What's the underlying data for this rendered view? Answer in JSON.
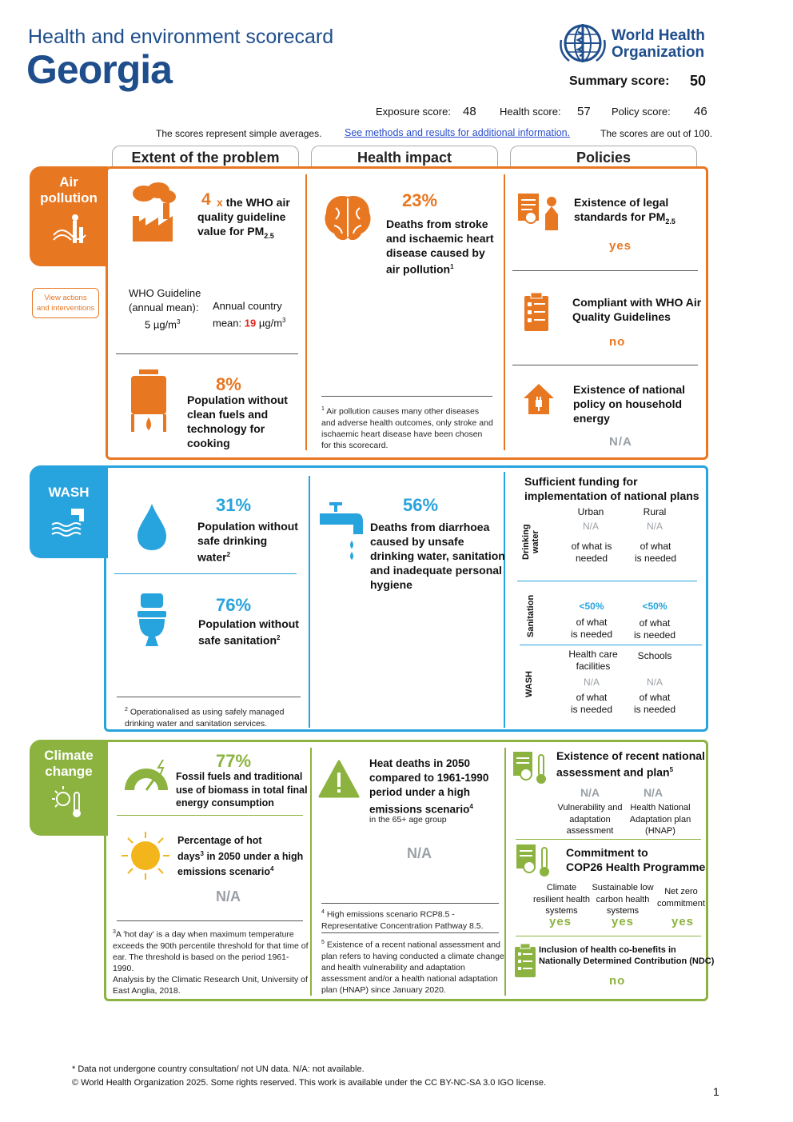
{
  "header": {
    "subtitle": "Health and environment scorecard",
    "country": "Georgia",
    "org_line1": "World Health",
    "org_line2": "Organization",
    "summary_label": "Summary score:",
    "summary_value": "50",
    "exposure_label": "Exposure score:",
    "exposure_value": "48",
    "health_label": "Health score:",
    "health_value": "57",
    "policy_label": "Policy score:",
    "policy_value": "46",
    "note_left": "The scores represent simple averages.",
    "methods_link": "See methods and results for additional information.",
    "note_right": "The scores are out of 100."
  },
  "tabs": {
    "extent": "Extent of the problem",
    "impact": "Health impact",
    "policies": "Policies"
  },
  "air": {
    "side_label_1": "Air",
    "side_label_2": "pollution",
    "view_actions_1": "View actions",
    "view_actions_2": "and interventions",
    "times_value": "4",
    "times_text_1": "x",
    "times_text_2": "the WHO air",
    "times_text_3": "quality guideline",
    "times_text_4": "value for PM",
    "pm_sub": "2.5",
    "guideline_1": "WHO Guideline",
    "guideline_2": "(annual mean):",
    "guideline_3": "5 µg/m",
    "annual_1": "Annual country",
    "annual_2": "mean:",
    "annual_value": "19",
    "annual_unit": "µg/m",
    "sup3": "3",
    "cooking_pct": "8%",
    "cooking_1": "Population without",
    "cooking_2": "clean fuels and",
    "cooking_3": "technology for",
    "cooking_4": "cooking",
    "deaths_pct": "23%",
    "deaths_1": "Deaths from stroke",
    "deaths_2": "and ischaemic heart",
    "deaths_3": "disease caused by",
    "deaths_4": "air pollution",
    "deaths_sup": "1",
    "footnote_sup": "1",
    "footnote_1": "Air pollution causes many other diseases",
    "footnote_2": "and adverse health outcomes, only stroke and",
    "footnote_3": "ischaemic heart disease have been chosen",
    "footnote_4": "for this scorecard.",
    "pol1_1": "Existence of legal",
    "pol1_2": "standards for PM",
    "pol1_val": "yes",
    "pol2_1": "Compliant with WHO Air",
    "pol2_2": "Quality Guidelines",
    "pol2_val": "no",
    "pol3_1": "Existence of national",
    "pol3_2": "policy on household",
    "pol3_3": "energy",
    "pol3_val": "N/A"
  },
  "wash": {
    "side_label": "WASH",
    "water_pct": "31%",
    "water_1": "Population without",
    "water_2": "safe drinking",
    "water_3": "water",
    "water_sup": "2",
    "sanit_pct": "76%",
    "sanit_1": "Population without",
    "sanit_2": "safe sanitation",
    "sanit_sup": "2",
    "diarr_pct": "56%",
    "diarr_1": "Deaths from diarrhoea",
    "diarr_2": "caused by unsafe",
    "diarr_3": "drinking water, sanitation",
    "diarr_4": "and inadequate personal",
    "diarr_5": "hygiene",
    "footnote_sup": "2",
    "footnote_1": "Operationalised as using safely managed",
    "footnote_2": "drinking water and sanitation services.",
    "fund_1": "Sufficient funding for",
    "fund_2": "implementation of national plans",
    "urban": "Urban",
    "rural": "Rural",
    "dw_label_1": "Drinking",
    "dw_label_2": "water",
    "dw_urban": "N/A",
    "dw_rural": "N/A",
    "of_what_is": "of what is",
    "of_what": "of what",
    "needed": "needed",
    "is_needed": "is needed",
    "san_label": "Sanitation",
    "san_urban": "<50%",
    "san_rural": "<50%",
    "hcf_1": "Health care",
    "hcf_2": "facilities",
    "schools": "Schools",
    "wash_label": "WASH",
    "hcf_val": "N/A",
    "sch_val": "N/A"
  },
  "climate": {
    "side_label_1": "Climate",
    "side_label_2": "change",
    "fossil_pct": "77%",
    "fossil_1": "Fossil fuels and traditional",
    "fossil_2": "use of biomass in total final",
    "fossil_3": "energy consumption",
    "hot_1": "Percentage of hot",
    "hot_2": "days",
    "hot_sup": "3",
    "hot_3": "in 2050 under a high",
    "hot_4": "emissions scenario",
    "hot_sup2": "4",
    "hot_val": "N/A",
    "fn3_sup": "3",
    "fn3_1": "A 'hot day' is a day when maximum temperature",
    "fn3_2": "exceeds the 90th percentile threshold for that time of",
    "fn3_3": "ear. The threshold is based on the period 1961-",
    "fn3_4": "1990.",
    "fn3_5": "Analysis by the Climatic Research Unit, University of",
    "fn3_6": "East Anglia, 2018.",
    "heat_1": "Heat deaths in 2050",
    "heat_2": "compared to 1961-1990",
    "heat_3": "period under a high",
    "heat_4": "emissions scenario",
    "heat_sup": "4",
    "heat_5": "in the 65+ age group",
    "heat_val": "N/A",
    "fn4_sup": "4",
    "fn4_1": "High emissions scenario RCP8.5 -",
    "fn4_2": "Representative Concentration Pathway 8.5.",
    "fn5_sup": "5",
    "fn5_1": "Existence of a recent national assessment and",
    "fn5_2": "plan refers to having conducted a climate change",
    "fn5_3": "and health vulnerability and adaptation",
    "fn5_4": "assessment and/or a health national adaptation",
    "fn5_5": "plan (HNAP) since January 2020.",
    "assess_1": "Existence of recent national",
    "assess_2": "assessment and plan",
    "assess_sup": "5",
    "vuln_val": "N/A",
    "hnap_val": "N/A",
    "vuln_1": "Vulnerability and",
    "vuln_2": "adaptation",
    "vuln_3": "assessment",
    "hnap_1": "Health National",
    "hnap_2": "Adaptation plan",
    "hnap_3": "(HNAP)",
    "cop_1": "Commitment to",
    "cop_2": "COP26 Health Programme",
    "crhs_1": "Climate",
    "crhs_2": "resilient health",
    "crhs_3": "systems",
    "slc_1": "Sustainable low",
    "slc_2": "carbon health",
    "slc_3": "systems",
    "nz_1": "Net zero",
    "nz_2": "commitment",
    "crhs_val": "yes",
    "slc_val": "yes",
    "nz_val": "yes",
    "ndc_1": "Inclusion of health co-benefits in",
    "ndc_2": "Nationally Determined Contribution (NDC)",
    "ndc_val": "no"
  },
  "footer": {
    "line1": "* Data not undergone country consultation/ not UN data. N/A: not available.",
    "line2": "© World Health Organization  2025. Some rights reserved. This work is available under the CC BY-NC-SA 3.0 IGO license.",
    "page": "1"
  },
  "colors": {
    "air": "#e87722",
    "wash": "#27a3dd",
    "climate": "#8cb33f",
    "title": "#1f4e8c"
  }
}
